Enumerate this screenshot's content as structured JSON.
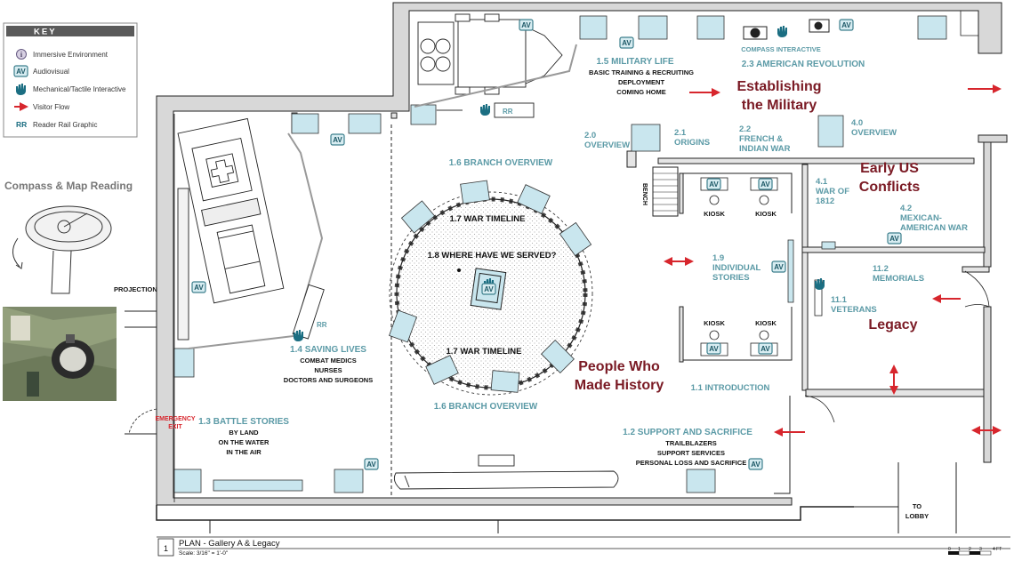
{
  "key": {
    "title": "KEY",
    "items": [
      {
        "symbol": "i",
        "label": "Immersive Environment"
      },
      {
        "symbol": "AV",
        "label": "Audiovisual"
      },
      {
        "symbol": "hand",
        "label": "Mechanical/Tactile Interactive"
      },
      {
        "symbol": "arrow",
        "label": "Visitor Flow"
      },
      {
        "symbol": "RR",
        "label": "Reader Rail Graphic"
      }
    ]
  },
  "side": {
    "compass_title": "Compass & Map Reading"
  },
  "labels": {
    "av": "AV",
    "rr": "RR",
    "kiosk": "KIOSK",
    "bench": "BENCH",
    "projection": "PROJECTION",
    "emergency": "EMERGENCY",
    "exit": "EXIT",
    "to": "TO",
    "lobby": "LOBBY"
  },
  "zones": {
    "military_life": {
      "title": "1.5 MILITARY LIFE",
      "lines": [
        "BASIC TRAINING & RECRUITING",
        "DEPLOYMENT",
        "COMING HOME"
      ]
    },
    "compass_interactive": "COMPASS INTERACTIVE",
    "american_revolution": "2.3 AMERICAN REVOLUTION",
    "establishing": [
      "Establishing",
      "the Military"
    ],
    "overview_20": [
      "2.0",
      "OVERVIEW"
    ],
    "origins": [
      "2.1",
      "ORIGINS"
    ],
    "french_indian": [
      "2.2",
      "FRENCH &",
      "INDIAN WAR"
    ],
    "overview_40": [
      "4.0",
      "OVERVIEW"
    ],
    "early_us": [
      "Early US",
      "Conflicts"
    ],
    "war_1812": [
      "4.1",
      "WAR OF",
      "1812"
    ],
    "mexican_american": [
      "4.2",
      "MEXICAN-",
      "AMERICAN WAR"
    ],
    "individual_stories": [
      "1.9",
      "INDIVIDUAL",
      "STORIES"
    ],
    "memorials": [
      "11.2",
      "MEMORIALS"
    ],
    "veterans": [
      "11.1",
      "VETERANS"
    ],
    "legacy": "Legacy",
    "introduction": "1.1 INTRODUCTION",
    "support_sacrifice": {
      "title": "1.2 SUPPORT AND SACRIFICE",
      "lines": [
        "TRAILBLAZERS",
        "SUPPORT SERVICES",
        "PERSONAL LOSS AND SACRIFICE"
      ]
    },
    "branch_overview": "1.6 BRANCH OVERVIEW",
    "war_timeline": "1.7 WAR TIMELINE",
    "where_served": "1.8 WHERE HAVE WE SERVED?",
    "people_history": [
      "People Who",
      "Made History"
    ],
    "saving_lives": {
      "title": "1.4 SAVING LIVES",
      "lines": [
        "COMBAT MEDICS",
        "NURSES",
        "DOCTORS AND SURGEONS"
      ]
    },
    "battle_stories": {
      "title": "1.3 BATTLE STORIES",
      "lines": [
        "BY LAND",
        "ON THE WATER",
        "IN THE AIR"
      ]
    }
  },
  "titleblock": {
    "number": "1",
    "title": "PLAN - Gallery A & Legacy",
    "scale": "Scale: 3/16\" = 1'-0\"",
    "scalebar": [
      "0",
      "1",
      "2",
      "3",
      "4 FT"
    ]
  },
  "colors": {
    "teal": "#5b9aa6",
    "maroon": "#7a1a24",
    "flow_red": "#d7262d",
    "panel": "#c9e6ee",
    "wall": "#d8d8d8"
  }
}
